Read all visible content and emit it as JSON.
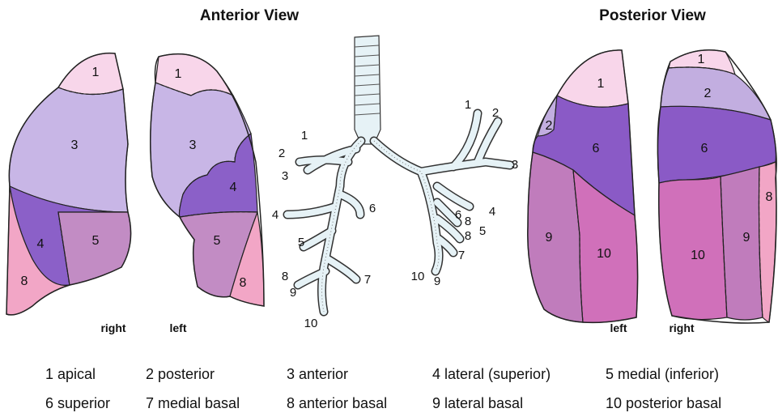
{
  "titles": {
    "anterior": "Anterior View",
    "posterior": "Posterior View"
  },
  "side_labels": {
    "anterior_right": "right",
    "anterior_left": "left",
    "posterior_left": "left",
    "posterior_right": "right"
  },
  "colors": {
    "apical": "#f8d6ea",
    "posterior": "#c2aee0",
    "anterior": "#c8b6e6",
    "lateral_superior": "#8b60c8",
    "medial_inferior": "#c28cc4",
    "superior": "#8a5ac6",
    "medial_basal": "#d07ec0",
    "anterior_basal": "#f2a6c6",
    "lateral_basal": "#c07cbc",
    "posterior_basal": "#d070ba",
    "bronchus": "#e6f2f6"
  },
  "segment_numbers": {
    "n1": "1",
    "n2": "2",
    "n3": "3",
    "n4": "4",
    "n5": "5",
    "n6": "6",
    "n7": "7",
    "n8": "8",
    "n9": "9",
    "n10": "10"
  },
  "legend": {
    "row1": [
      "1 apical",
      "2 posterior",
      "3 anterior",
      "4 lateral (superior)",
      "5 medial (inferior)"
    ],
    "row2": [
      "6 superior",
      "7 medial basal",
      "8 anterior basal",
      "9 lateral basal",
      "10 posterior basal"
    ]
  }
}
